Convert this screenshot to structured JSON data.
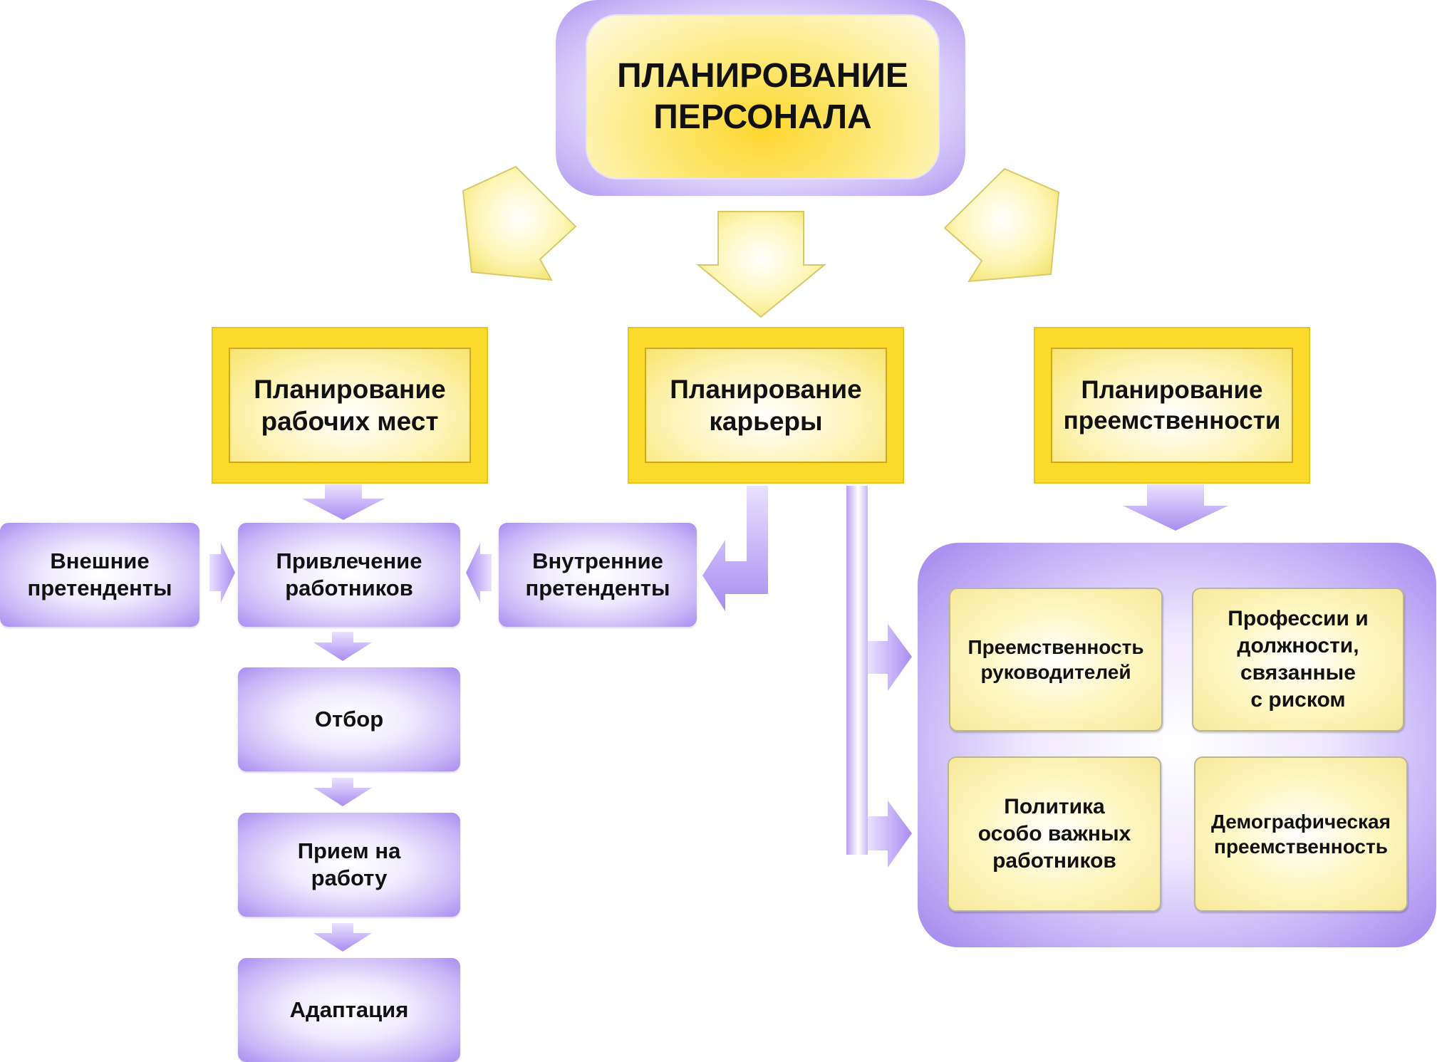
{
  "diagram": {
    "title": "ПЛАНИРОВАНИЕ\nПЕРСОНАЛА",
    "categories": {
      "workplaces": "Планирование\nрабочих мест",
      "career": "Планирование\nкарьеры",
      "succession": "Планирование\nпреемственности"
    },
    "process": {
      "external": "Внешние\nпретенденты",
      "attraction": "Привлечение\nработников",
      "internal": "Внутренние\nпретенденты",
      "selection": "Отбор",
      "hiring": "Прием на\nработу",
      "adaptation": "Адаптация"
    },
    "succession_items": {
      "managers": "Преемственность\nруководителей",
      "risk_jobs": "Профессии и\nдолжности,\nсвязанные\nс риском",
      "key_staff": "Политика\nособо важных\nработников",
      "demographic": "Демографическая\nпреемственность"
    },
    "colors": {
      "yellow": "#fbdc2d",
      "purple": "#a98cf0",
      "arrow_yellow": "#fdf3a0",
      "arrow_purple": "#b8a0f4"
    }
  }
}
